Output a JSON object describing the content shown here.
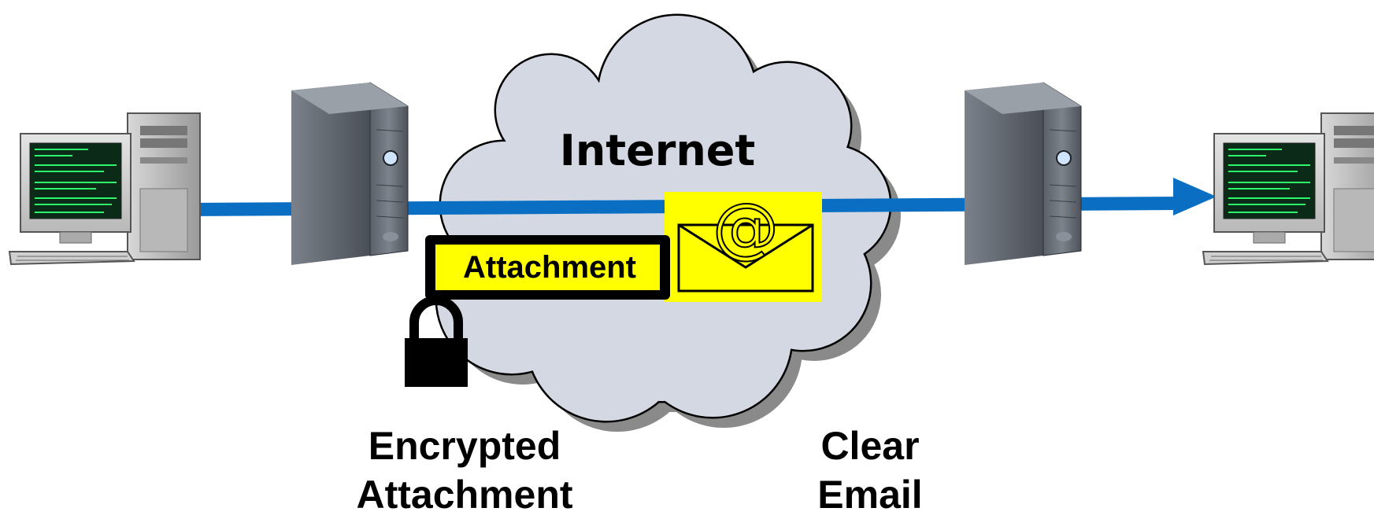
{
  "diagram": {
    "cloud_label": "Internet",
    "attachment_label": "Attachment",
    "captions": {
      "encrypted_line1": "Encrypted",
      "encrypted_line2": "Attachment",
      "clear_line1": "Clear",
      "clear_line2": "Email"
    },
    "colors": {
      "cloud_fill": "#d3d8e2",
      "arrow": "#0a6fc2",
      "highlight": "#ffff00",
      "server": "#3e434a",
      "monitor_text": "#2ef56a"
    },
    "icons": [
      "desktop-computer-icon",
      "server-tower-icon",
      "cloud-icon",
      "padlock-icon",
      "email-envelope-icon",
      "at-sign-icon"
    ]
  }
}
